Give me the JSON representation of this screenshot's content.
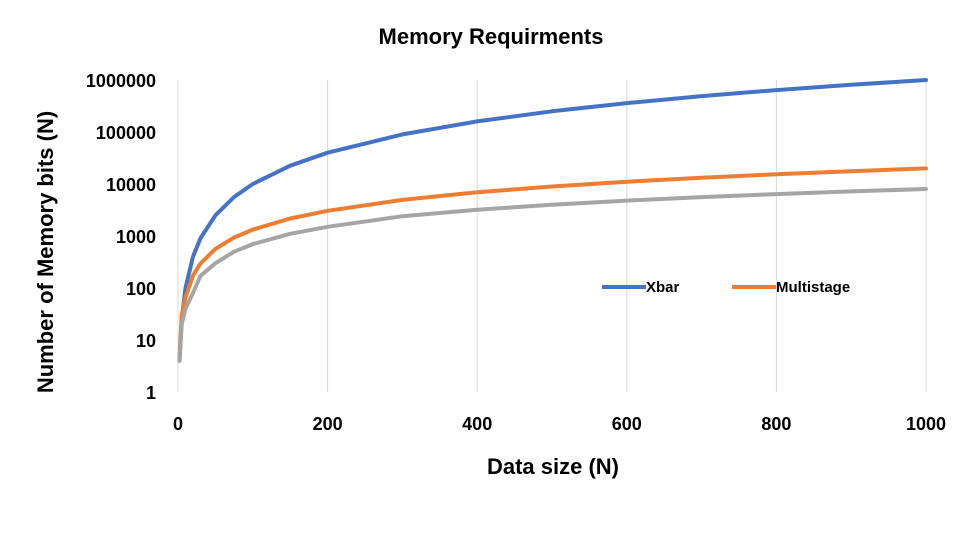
{
  "chart_data": {
    "type": "line",
    "title": "Memory Requirments",
    "xlabel": "Data size (N)",
    "ylabel": "Number of Memory bits (N)",
    "xlim": [
      0,
      1000
    ],
    "ylim": [
      1,
      1000000
    ],
    "yscale": "log",
    "grid": "vertical",
    "x_ticks": [
      0,
      200,
      400,
      600,
      800,
      1000
    ],
    "y_ticks": [
      1,
      10,
      100,
      1000,
      10000,
      100000,
      1000000
    ],
    "x_tick_labels": [
      "0",
      "200",
      "400",
      "600",
      "800",
      "1000"
    ],
    "y_tick_labels": [
      "1",
      "10",
      "100",
      "1000",
      "10000",
      "100000",
      "1000000"
    ],
    "legend_position": "center-right",
    "series": [
      {
        "name": "Xbar",
        "color": "#4472C4",
        "x": [
          2,
          5,
          10,
          20,
          30,
          50,
          75,
          100,
          150,
          200,
          300,
          400,
          500,
          600,
          700,
          800,
          900,
          1000
        ],
        "y": [
          4,
          25,
          100,
          400,
          900,
          2500,
          5625,
          10000,
          22500,
          40000,
          90000,
          160000,
          250000,
          360000,
          490000,
          640000,
          810000,
          1000000
        ]
      },
      {
        "name": "Multistage",
        "color": "#ED7D31",
        "x": [
          2,
          5,
          10,
          20,
          30,
          50,
          75,
          100,
          150,
          200,
          300,
          400,
          500,
          600,
          700,
          800,
          900,
          1000
        ],
        "y": [
          4,
          30,
          66,
          173,
          294,
          564,
          934,
          1329,
          2168,
          3058,
          4937,
          6915,
          8966,
          11075,
          13232,
          15431,
          17665,
          19932
        ]
      },
      {
        "name": "",
        "color": "#A5A5A5",
        "x": [
          2,
          5,
          10,
          20,
          30,
          50,
          75,
          100,
          150,
          200,
          300,
          400,
          500,
          600,
          700,
          800,
          900,
          1000
        ],
        "y": [
          4,
          20,
          40,
          80,
          170,
          300,
          500,
          700,
          1100,
          1500,
          2400,
          3200,
          4000,
          4800,
          5600,
          6400,
          7200,
          8000
        ]
      }
    ]
  }
}
